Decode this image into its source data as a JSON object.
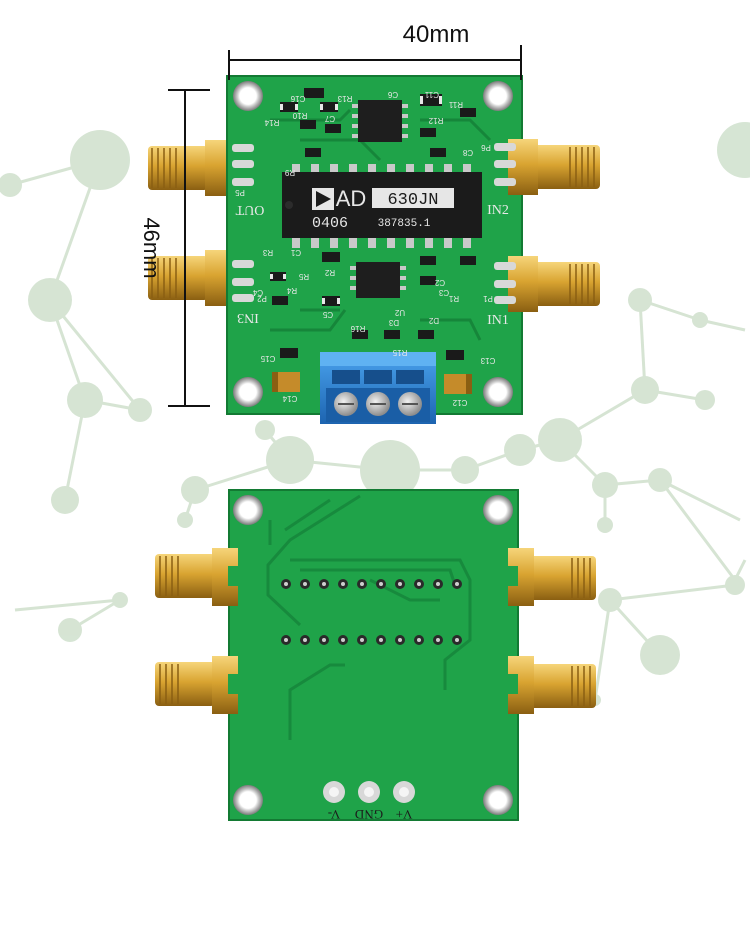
{
  "dimensions": {
    "width_label": "40mm",
    "height_label": "46mm"
  },
  "front_board": {
    "chip_brand": "AD",
    "chip_part": "630JN",
    "chip_date_code": "0406",
    "chip_lot": "387835.1",
    "port_labels": {
      "out": "OUT",
      "in1": "IN1",
      "in2": "IN2",
      "in3": "IN3"
    },
    "component_labels": [
      "C16",
      "R13",
      "C6",
      "C11",
      "R11",
      "R14",
      "R10",
      "C7",
      "R12",
      "C8",
      "R9",
      "P6",
      "P5",
      "C1",
      "R3",
      "R2",
      "R5",
      "R4",
      "C4",
      "C2",
      "P2",
      "R1",
      "P1",
      "C5",
      "U2",
      "C3",
      "R16",
      "D3",
      "R15",
      "D2",
      "C15",
      "C13",
      "C14",
      "C12"
    ]
  },
  "back_board": {
    "power_labels": [
      "V-",
      "GND",
      "V+"
    ]
  },
  "colors": {
    "pcb_green": "#1fa349",
    "pcb_green_dark": "#167e37",
    "terminal_blue": "#2f86d6",
    "gold": "#d9a431",
    "background_network": "#cfe0cc"
  }
}
